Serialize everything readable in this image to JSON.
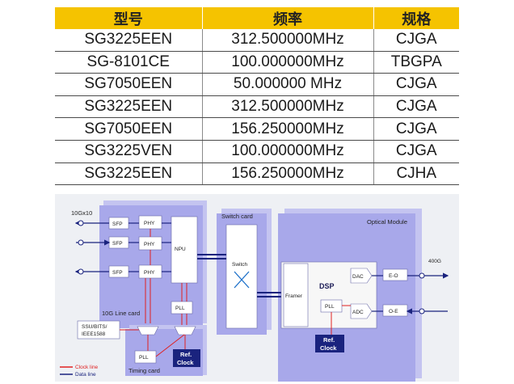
{
  "table": {
    "headers": [
      "型号",
      "频率",
      "规格"
    ],
    "rows": [
      [
        "SG3225EEN",
        "312.500000MHz",
        "CJGA"
      ],
      [
        "SG-8101CE",
        "100.000000MHz",
        "TBGPA"
      ],
      [
        "SG7050EEN",
        "50.000000 MHz",
        "CJGA"
      ],
      [
        "SG3225EEN",
        "312.500000MHz",
        "CJGA"
      ],
      [
        "SG7050EEN",
        "156.250000MHz",
        "CJGA"
      ],
      [
        "SG3225VEN",
        "100.000000MHz",
        "CJGA"
      ],
      [
        "SG3225EEN",
        "156.250000MHz",
        "CJHA"
      ]
    ],
    "header_color": "#f5c300"
  },
  "diagram": {
    "labels": {
      "port_10g": "10Gx10",
      "sfp": "SFP",
      "phy": "PHY",
      "npu": "NPU",
      "line_card": "10G Line card",
      "pll": "PLL",
      "ssu": "SSU/BITS/",
      "ieee": "IEEE1588",
      "timing_card": "Timing card",
      "ref_clock_1": "Ref.",
      "ref_clock_2": "Clock",
      "switch_card": "Switch card",
      "switch": "Switch",
      "optical_module": "Optical Module",
      "framer": "Framer",
      "dsp": "DSP",
      "dac": "DAC",
      "adc": "ADC",
      "eo": "E-O",
      "oe": "O-E",
      "port_400g": "400G"
    },
    "legend": {
      "clock_line": "Clock line",
      "data_line": "Data line"
    },
    "colors": {
      "clock": "#e02020",
      "data": "#1a237e",
      "card_bg": "#a8a8ea",
      "panel_bg": "#eef0f4",
      "ref_clock_bg": "#1a237e"
    }
  }
}
